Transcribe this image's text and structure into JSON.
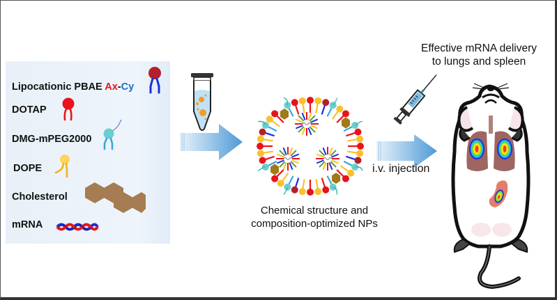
{
  "legend": {
    "items": [
      {
        "label": "Lipocationic PBAE",
        "suffix_a": "Ax",
        "suffix_sep": "-",
        "suffix_c": "Cy",
        "icon": "lipid-dark-red-blue-tails"
      },
      {
        "label": "DOTAP",
        "icon": "lipid-red"
      },
      {
        "label": "DMG-mPEG2000",
        "icon": "lipid-teal-peg"
      },
      {
        "label": "DOPE",
        "icon": "lipid-yellow"
      },
      {
        "label": "Cholesterol",
        "icon": "cholesterol-hexagons"
      },
      {
        "label": "mRNA",
        "icon": "mrna-helix"
      }
    ]
  },
  "nanoparticle": {
    "caption_line1": "Chemical structure and",
    "caption_line2": "composition-optimized NPs"
  },
  "injection": {
    "label": "i.v. injection"
  },
  "outcome": {
    "title_line1": "Effective mRNA delivery",
    "title_line2": "to lungs and spleen"
  },
  "colors": {
    "pbae_head": "#b3202a",
    "pbae_tail": "#1a2fd6",
    "dotap": "#e8141b",
    "peg": "#69cfcf",
    "peg_tail": "#3aa7dd",
    "dope": "#fbc02d",
    "cholesterol": "#a67c52",
    "arrow": "#5ba6d9",
    "legend_bg": "#eaf1f9"
  }
}
